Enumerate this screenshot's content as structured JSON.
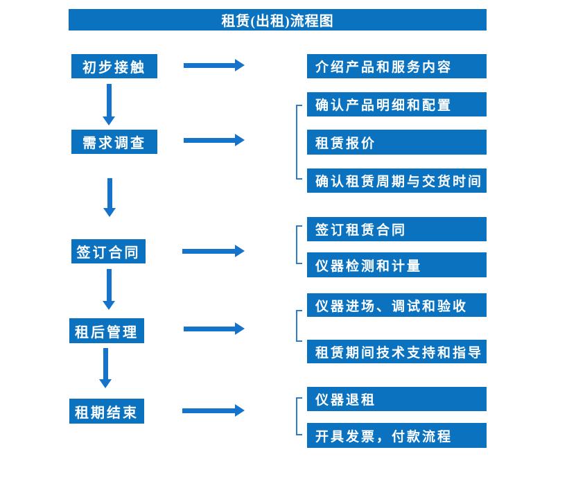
{
  "title": "租赁(出租)流程图",
  "colors": {
    "box": "#0b72c0",
    "arrow": "#1573cb",
    "bracket": "#2f7bc5",
    "text": "#ffffff",
    "background": "#ffffff"
  },
  "flow": [
    {
      "step": "初步接触",
      "details": [
        "介绍产品和服务内容"
      ]
    },
    {
      "step": "需求调查",
      "details": [
        "确认产品明细和配置",
        "租赁报价",
        "确认租赁周期与交货时间"
      ]
    },
    {
      "step": "签订合同",
      "details": [
        "签订租赁合同",
        "仪器检测和计量"
      ]
    },
    {
      "step": "租后管理",
      "details": [
        "仪器进场、调试和验收",
        "租赁期间技术支持和指导"
      ]
    },
    {
      "step": "租期结束",
      "details": [
        "仪器退租",
        "开具发票，付款流程"
      ]
    }
  ]
}
